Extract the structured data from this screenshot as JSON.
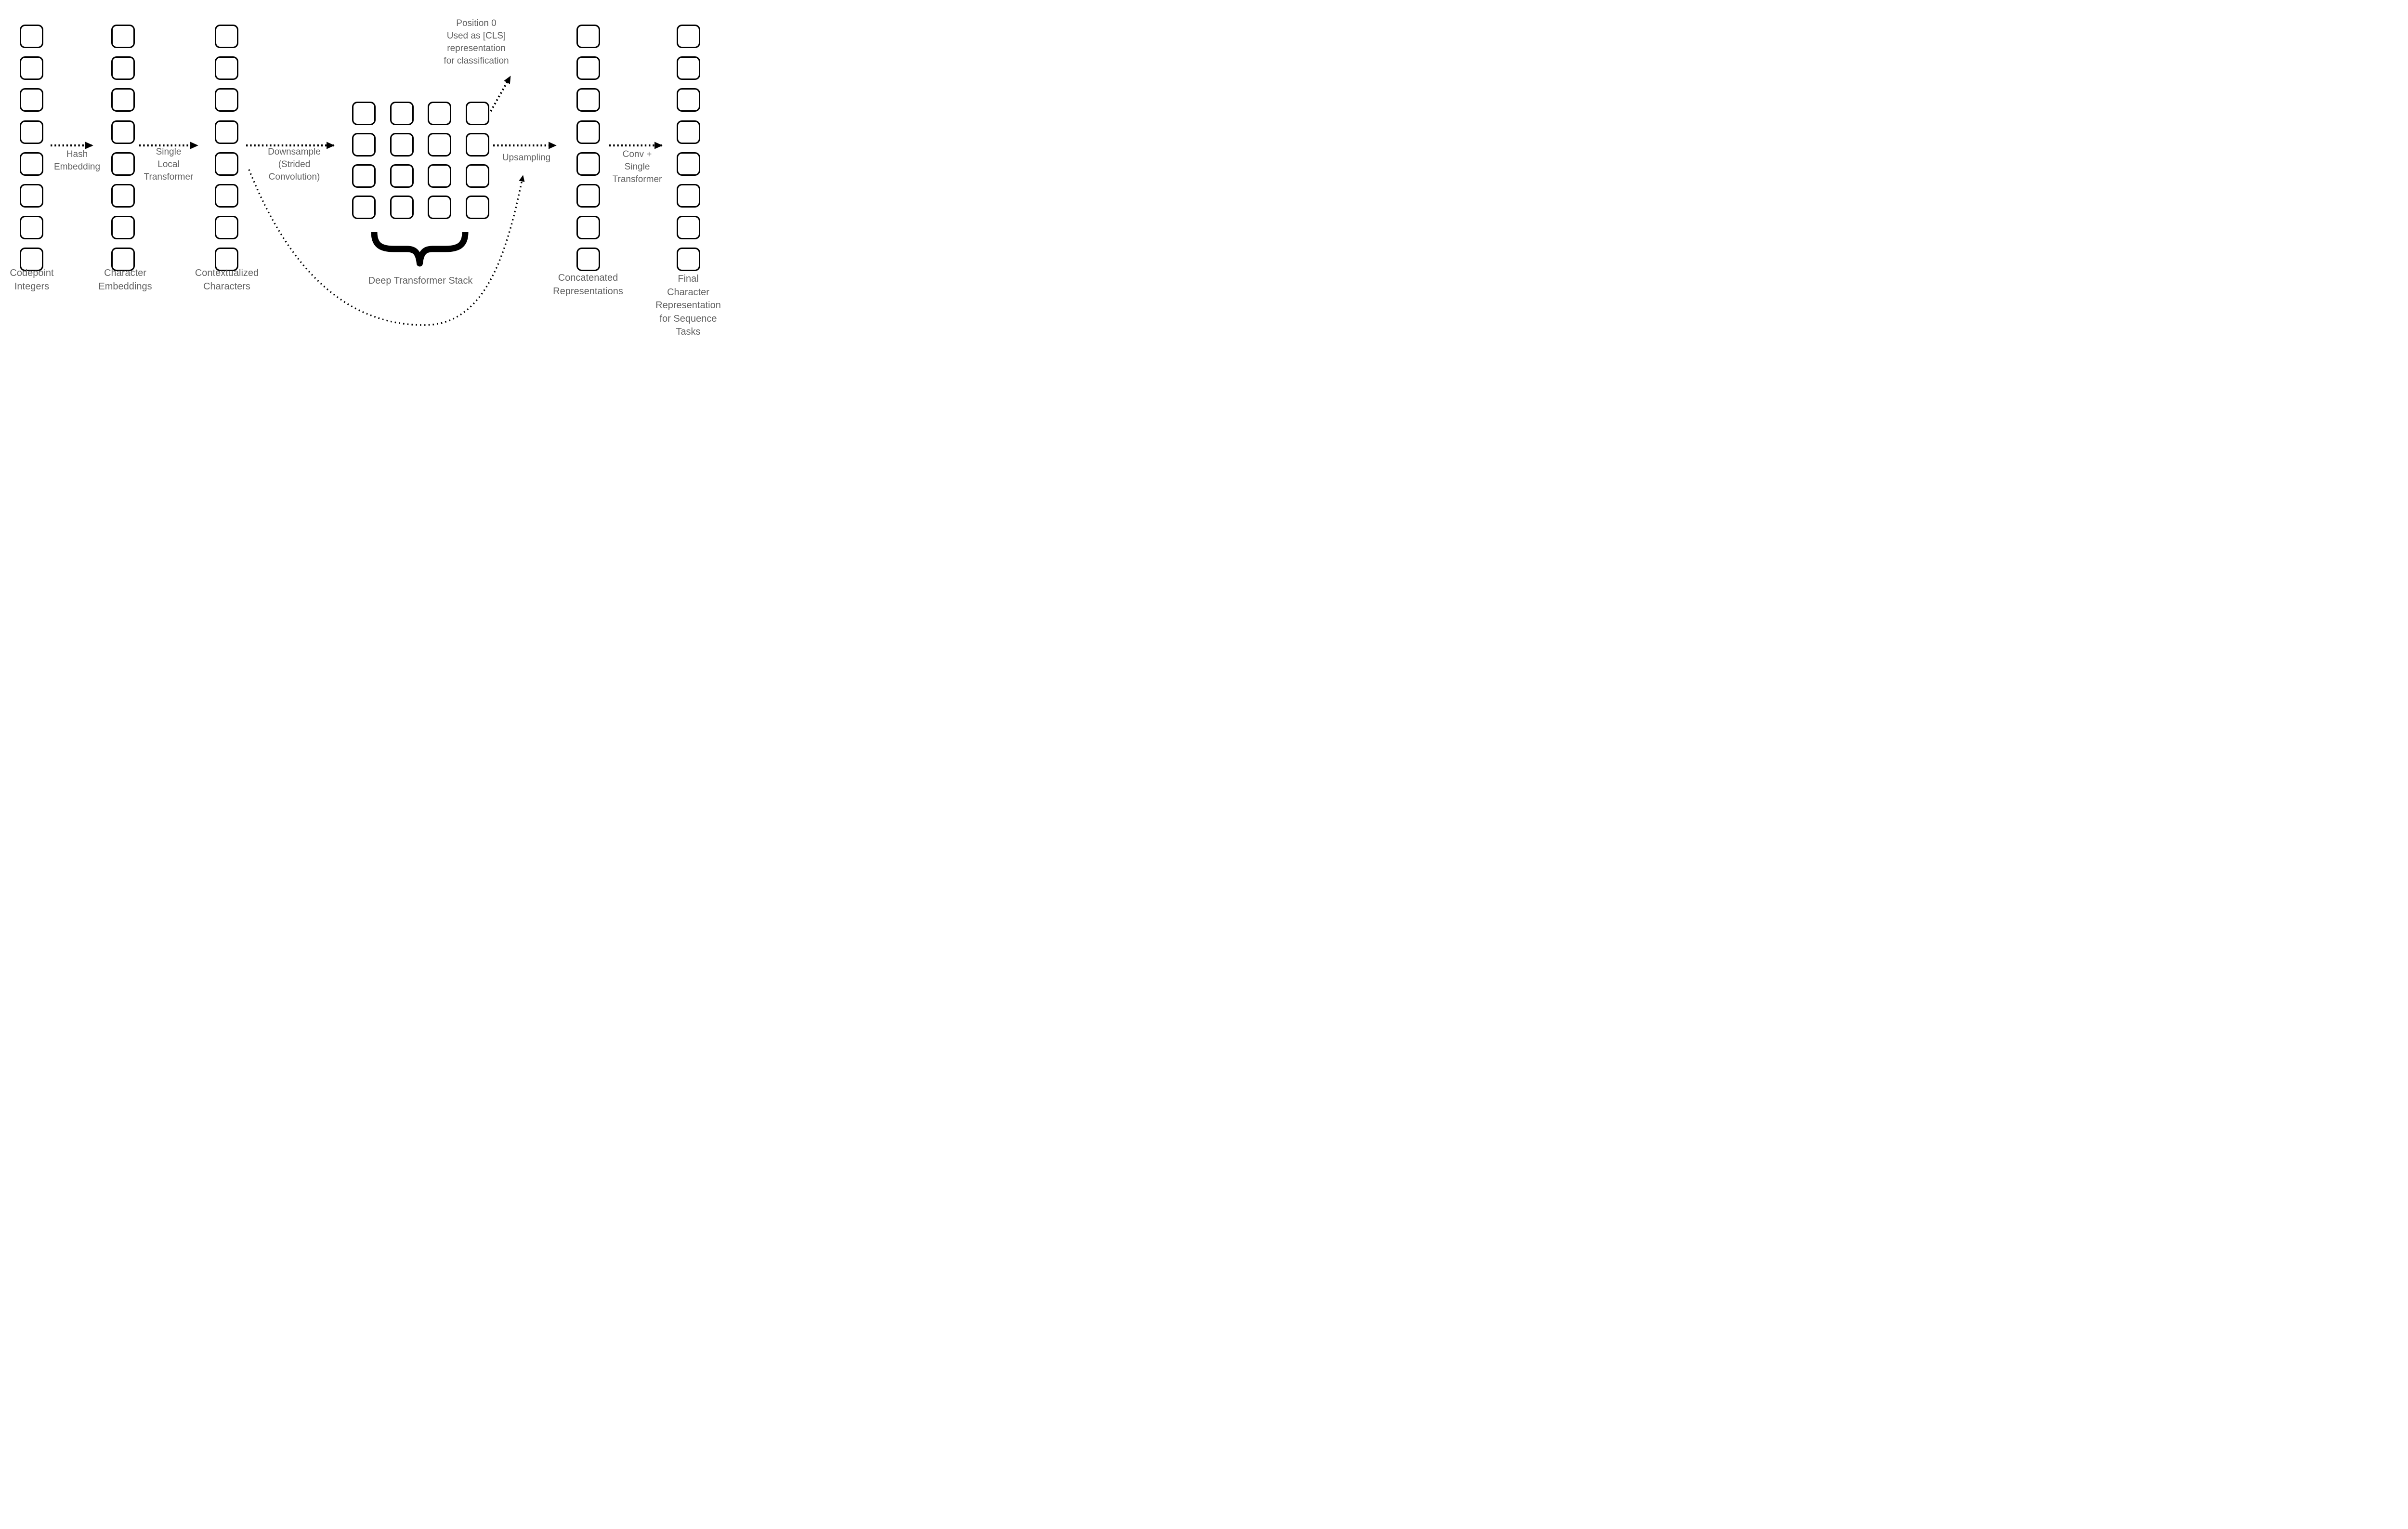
{
  "figure": {
    "columns": [
      {
        "id": "codepoint-integers",
        "label": "Codepoint\nIntegers",
        "count": 8
      },
      {
        "id": "character-embeddings",
        "label": "Character\nEmbeddings",
        "count": 8
      },
      {
        "id": "contextualized-characters",
        "label": "Contextualized\nCharacters",
        "count": 8
      },
      {
        "id": "concatenated-representations",
        "label": "Concatenated\nRepresentations",
        "count": 8
      },
      {
        "id": "final-character-representation",
        "label": "Final\nCharacter\nRepresentation\nfor Sequence Tasks",
        "count": 8
      }
    ],
    "downsampled_grid": {
      "rows": 4,
      "cols": 4,
      "label": "Deep Transformer Stack"
    },
    "arrow_labels": {
      "hash_embedding": "Hash\nEmbedding",
      "single_local_transformer": "Single\nLocal\nTransformer",
      "downsample": "Downsample\n(Strided\nConvolution)",
      "upsampling": "Upsampling",
      "conv_single_transformer": "Conv +\nSingle\nTransformer"
    },
    "cls_annotation": "Position 0\nUsed as [CLS]\nrepresentation\nfor classification",
    "colors": {
      "label_text": "#616161",
      "shapes": "#000000",
      "background": "#ffffff"
    }
  }
}
